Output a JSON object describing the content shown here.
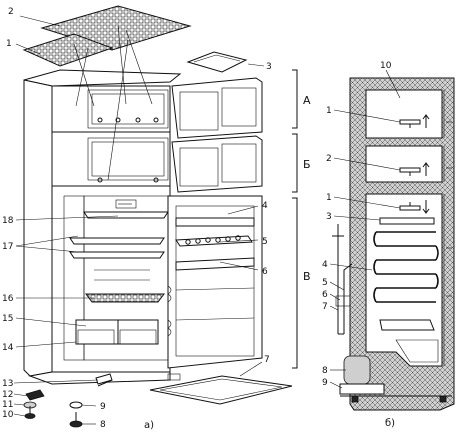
{
  "view_a": {
    "caption": "а)",
    "callouts": [
      "1",
      "2",
      "3",
      "4",
      "5",
      "6",
      "7",
      "8",
      "9",
      "10",
      "11",
      "12",
      "13",
      "14",
      "15",
      "16",
      "17",
      "18"
    ],
    "sections": [
      "А",
      "Б",
      "В"
    ]
  },
  "view_b": {
    "caption": "б)",
    "callouts": [
      "1",
      "2",
      "1",
      "3",
      "4",
      "5",
      "6",
      "7",
      "8",
      "9",
      "10"
    ]
  },
  "colors": {
    "line": "#111111",
    "background": "#ffffff",
    "insulation_fill": "#d0d0d0"
  }
}
